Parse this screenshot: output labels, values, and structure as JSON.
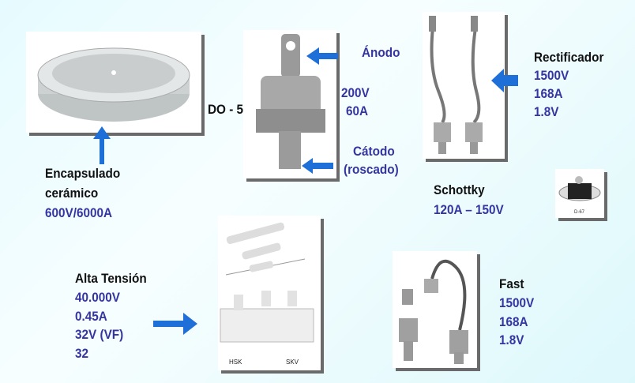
{
  "ceramic": {
    "label_line1": "Encapsulado",
    "label_line2": "cerámico",
    "rating": "600V/6000A"
  },
  "do5": {
    "package": "DO - 5",
    "anode": "Ánodo",
    "voltage": "200V",
    "current": "60A",
    "cathode": "Cátodo",
    "cathode_note": "(roscado)"
  },
  "rectifier": {
    "title": "Rectificador",
    "voltage": "1500V",
    "current": "168A",
    "vf": "1.8V"
  },
  "schottky": {
    "title": "Schottky",
    "rating": "120A – 150V"
  },
  "high_voltage": {
    "title": "Alta Tensión",
    "voltage": "40.000V",
    "current": "0.45A",
    "vf": "32V (VF)",
    "extra": "32"
  },
  "fast": {
    "title": "Fast",
    "voltage": "1500V",
    "current": "168A",
    "vf": "1.8V"
  },
  "colors": {
    "arrow": "#1f6fd8",
    "value_text": "#3535a2"
  }
}
